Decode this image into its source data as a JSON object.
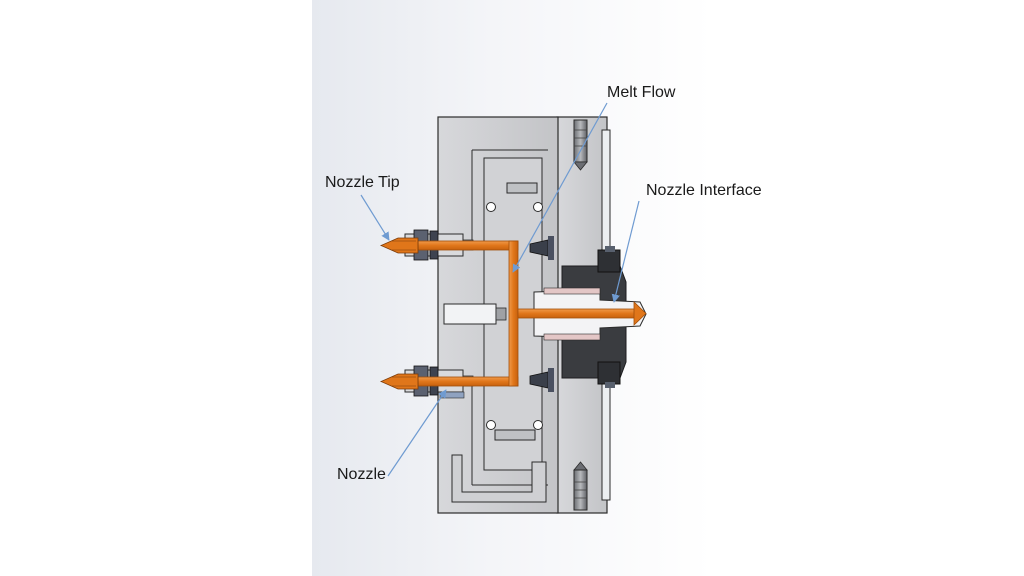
{
  "labels": {
    "nozzle_tip": "Nozzle Tip",
    "melt_flow": "Melt Flow",
    "nozzle_interface": "Nozzle Interface",
    "nozzle": "Nozzle"
  },
  "colors": {
    "melt": "#e0761a",
    "melt_highlight": "#f3a55c",
    "steel": "#c9cacd",
    "steel_dark": "#8f9196",
    "outline": "#2b2b2b",
    "leader": "#6f9bd1",
    "fastener": "#3a3f4a"
  },
  "icons": {
    "leader_arrow": "arrow-head-icon"
  }
}
